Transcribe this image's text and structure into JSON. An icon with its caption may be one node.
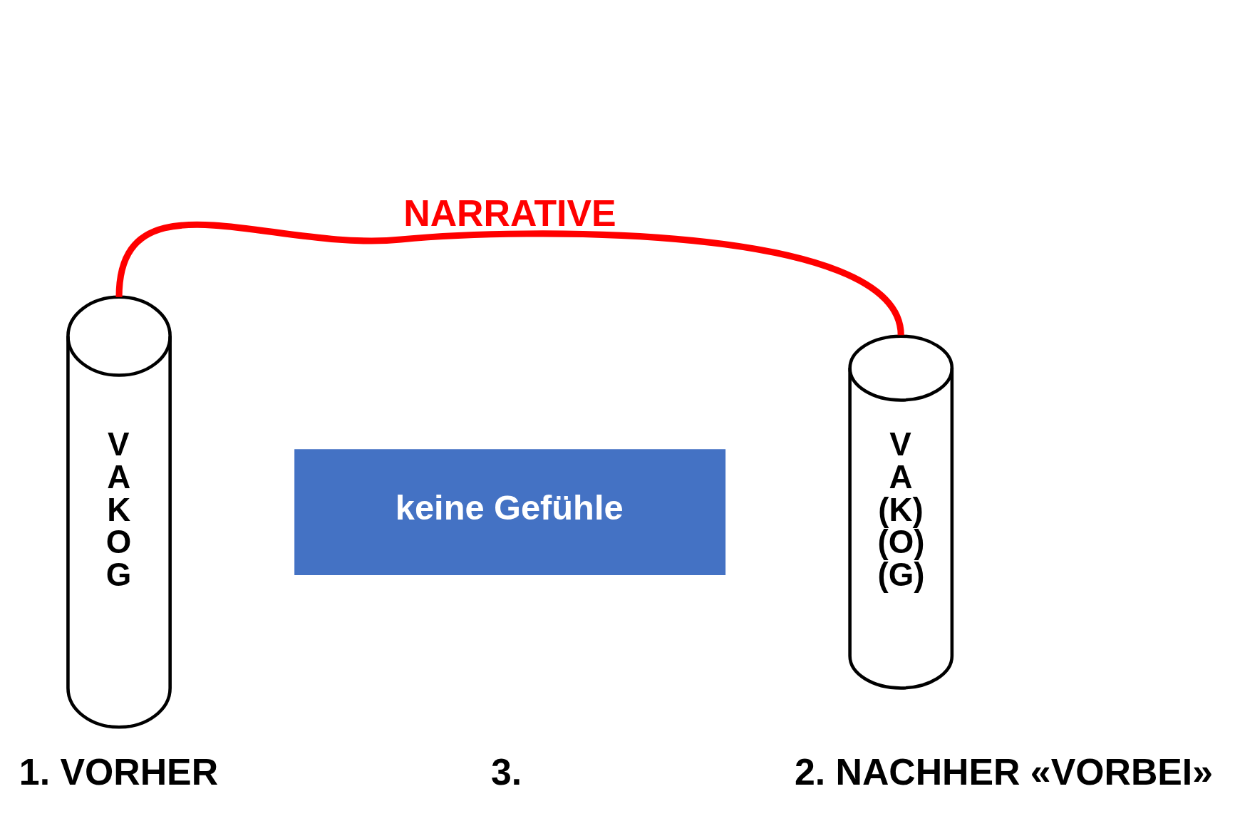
{
  "diagram": {
    "nodes": [
      {
        "text": [
          "V A K O G"
        ],
        "beside": [
          "1. VORHER"
        ]
      },
      {
        "text": [
          "keine Gefühle"
        ]
      },
      {
        "text": [
          "V A (K) (O) (G)"
        ],
        "beside": [
          "2. NACHHER «VORBEI»"
        ]
      }
    ],
    "edges": [
      {
        "from": 0,
        "to": 2,
        "arrow": "none",
        "label": "NARRATIVE",
        "color": "#ff0000"
      }
    ],
    "labels": [
      "3."
    ]
  }
}
